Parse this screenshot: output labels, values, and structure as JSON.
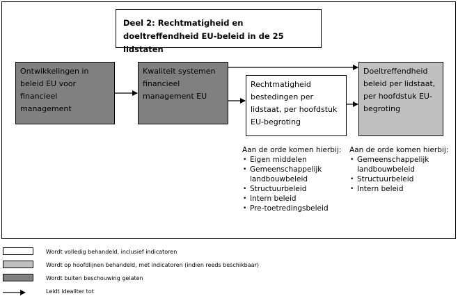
{
  "title": "Deel 2: Rechtmatigheid en doeltreffendheid EU-beleid in de 25 lidstaten",
  "boxes": {
    "developments": "Ontwikkelingen in beleid EU voor financieel management",
    "quality": "Kwaliteit systemen financieel management EU",
    "legality": "Rechtmatigheid bestedingen per lidstaat, per hoofdstuk EU-begroting",
    "effectiveness": "Doeltreffendheid beleid per lidstaat, per hoofdstuk EU-begroting"
  },
  "notes": {
    "legality": {
      "heading": "Aan de orde komen hierbij:",
      "items": [
        "Eigen middelen",
        "Gemeenschappelijk landbouwbeleid",
        "Structuurbeleid",
        "Intern beleid",
        "Pre-toetredingsbeleid"
      ]
    },
    "effectiveness": {
      "heading": "Aan de orde komen hierbij:",
      "items": [
        "Gemeenschappelijk landbouwbeleid",
        "Structuurbeleid",
        "Intern beleid"
      ]
    }
  },
  "legend": {
    "white": "Wordt volledig behandeld, inclusief indicatoren",
    "light": "Wordt op hoofdlijnen behandeld, met indicatoren (indien reeds beschikbaar)",
    "dark": "Wordt buiten beschouwing gelaten",
    "arrow": "Leidt idealiter tot"
  },
  "colors": {
    "dark": "#808080",
    "light": "#c0c0c0",
    "white": "#ffffff"
  }
}
